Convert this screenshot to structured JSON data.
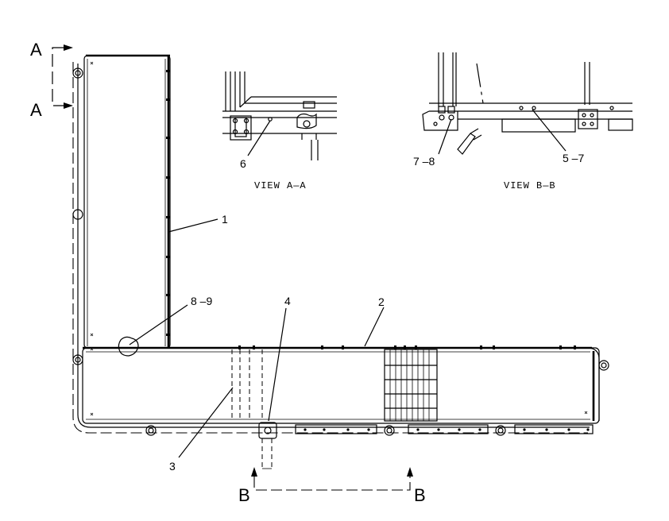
{
  "section_markers": {
    "a_top": "A",
    "a_bottom": "A",
    "b_left": "B",
    "b_right": "B"
  },
  "views": {
    "view_a": {
      "caption": "VIEW A—A",
      "callout": "6"
    },
    "view_b": {
      "caption": "VIEW B—B",
      "callout_left": "7 –8",
      "callout_right": "5 –7"
    }
  },
  "callouts": {
    "c1": "1",
    "c2": "2",
    "c3": "3",
    "c4": "4",
    "c89": "8 –9"
  }
}
